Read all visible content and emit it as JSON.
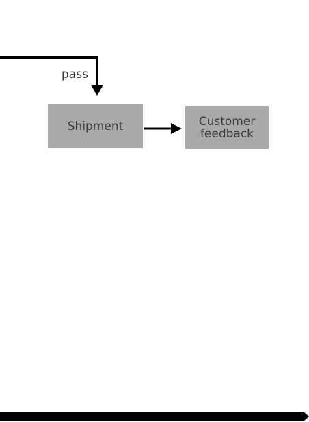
{
  "diagram": {
    "nodes": {
      "shipment": {
        "label": "Shipment"
      },
      "customer_feedback": {
        "label": "Customer\nfeedback"
      }
    },
    "edges": {
      "pass_label": "pass"
    },
    "colors": {
      "node_fill": "#a9a9a9",
      "node_text": "#3a3a3a",
      "connector": "#000000",
      "timeline_bar": "#000000"
    }
  }
}
